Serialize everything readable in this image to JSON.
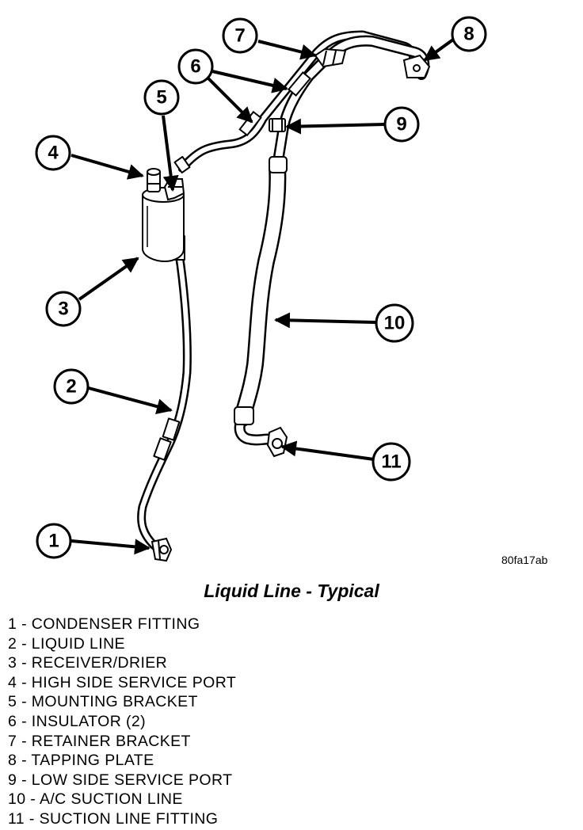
{
  "figure": {
    "code": "80fa17ab",
    "caption": "Liquid Line - Typical"
  },
  "callouts": [
    "1",
    "2",
    "3",
    "4",
    "5",
    "6",
    "7",
    "8",
    "9",
    "10",
    "11"
  ],
  "legend": [
    "1 - CONDENSER FITTING",
    "2 - LIQUID LINE",
    "3 - RECEIVER/DRIER",
    "4 - HIGH SIDE SERVICE PORT",
    "5 - MOUNTING BRACKET",
    "6 - INSULATOR (2)",
    "7 - RETAINER BRACKET",
    "8 - TAPPING PLATE",
    "9 - LOW SIDE SERVICE PORT",
    "10 - A/C SUCTION LINE",
    "11 - SUCTION LINE FITTING"
  ],
  "colors": {
    "ink": "#000000",
    "paper": "#ffffff"
  }
}
